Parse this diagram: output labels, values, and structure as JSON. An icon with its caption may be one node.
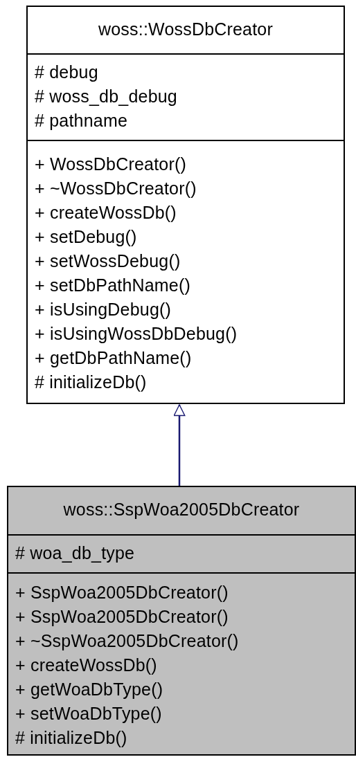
{
  "diagram": {
    "nodes": [
      {
        "text": [
          "woss::WossDbCreator",
          "# debug # woss_db_debug # pathname",
          "+ WossDbCreator() + ~WossDbCreator() + createWossDb() + setDebug() + setWossDebug() + setDbPathName() + isUsingDebug() + isUsingWossDbDebug() + getDbPathName() # initializeDb()"
        ]
      },
      {
        "text": [
          "woss::SspWoa2005DbCreator",
          "# woa_db_type",
          "+ SspWoa2005DbCreator() + SspWoa2005DbCreator() + ~SspWoa2005DbCreator() + createWossDb() + getWoaDbType() + setWoaDbType() # initializeDb()"
        ]
      }
    ],
    "edges": [
      {
        "from": 1,
        "to": 0,
        "arrow": "to",
        "color": "#191970"
      }
    ]
  }
}
